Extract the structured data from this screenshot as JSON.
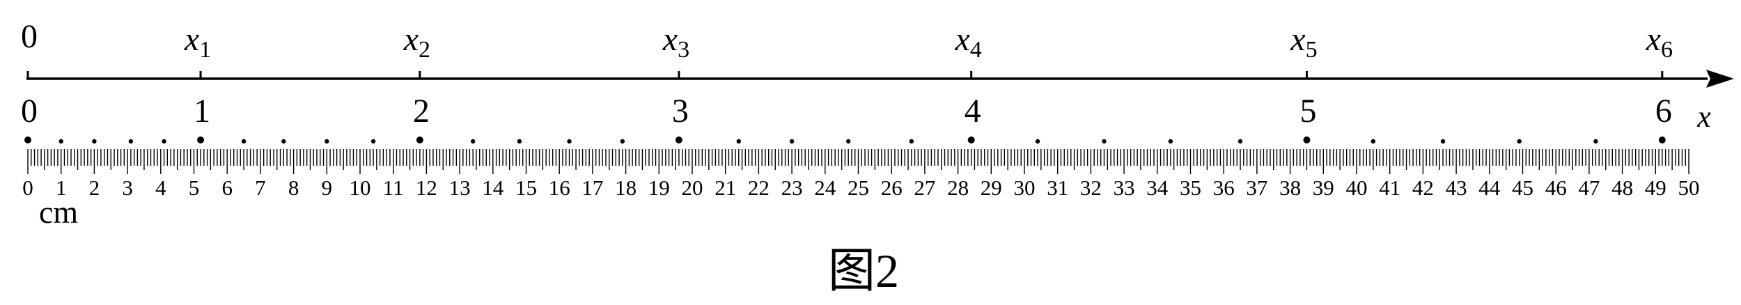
{
  "axis": {
    "origin_label": "0",
    "axis_name": "x",
    "position_labels": [
      {
        "var": "x",
        "sub": "1",
        "number": "1",
        "cm": 5.2
      },
      {
        "var": "x",
        "sub": "2",
        "number": "2",
        "cm": 11.8
      },
      {
        "var": "x",
        "sub": "3",
        "number": "3",
        "cm": 19.6
      },
      {
        "var": "x",
        "sub": "4",
        "number": "4",
        "cm": 28.4
      },
      {
        "var": "x",
        "sub": "5",
        "number": "5",
        "cm": 38.5
      },
      {
        "var": "x",
        "sub": "6",
        "number": "6",
        "cm": 49.2
      }
    ]
  },
  "ruler": {
    "unit": "cm",
    "numbers": [
      "0",
      "1",
      "2",
      "3",
      "4",
      "5",
      "6",
      "7",
      "8",
      "9",
      "10",
      "11",
      "12",
      "13",
      "14",
      "15",
      "16",
      "17",
      "18",
      "19",
      "20",
      "21",
      "22",
      "23",
      "24",
      "25",
      "26",
      "27",
      "28",
      "29",
      "30",
      "31",
      "32",
      "33",
      "34",
      "35",
      "36",
      "37",
      "38",
      "39",
      "40",
      "41",
      "42",
      "43",
      "44",
      "45",
      "46",
      "47",
      "48",
      "49",
      "50"
    ]
  },
  "tape": {
    "major_dots_cm": [
      0,
      5.2,
      11.8,
      19.6,
      28.4,
      38.5,
      49.2
    ],
    "minor_dots_cm": [
      1.0,
      2.0,
      3.1,
      4.1,
      6.5,
      7.7,
      9.0,
      10.4,
      13.4,
      14.8,
      16.3,
      17.9,
      21.4,
      23.0,
      24.7,
      26.6,
      30.4,
      32.4,
      34.4,
      36.5,
      40.5,
      42.6,
      44.9,
      47.2
    ]
  },
  "caption": "图2"
}
